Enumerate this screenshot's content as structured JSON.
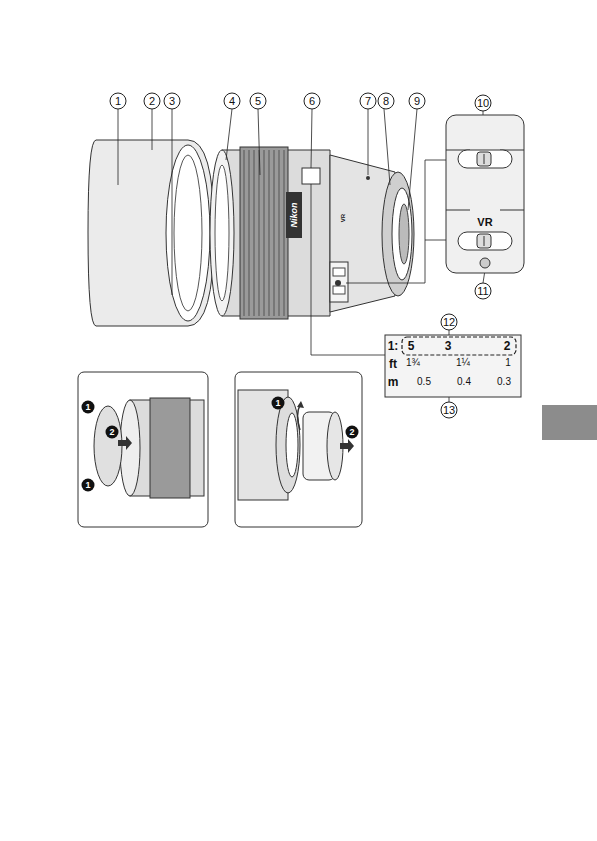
{
  "diagram": {
    "labels": [
      "1",
      "2",
      "3",
      "4",
      "5",
      "6",
      "7",
      "8",
      "9",
      "10",
      "11",
      "12",
      "13",
      "1:",
      "5",
      "3",
      "2",
      "ft",
      "1¾",
      "1¼",
      "1",
      "m",
      "0.5",
      "0.4",
      "0.3",
      "VR",
      "Nikon",
      "VR",
      "1",
      "2",
      "1",
      "1",
      "2"
    ]
  }
}
